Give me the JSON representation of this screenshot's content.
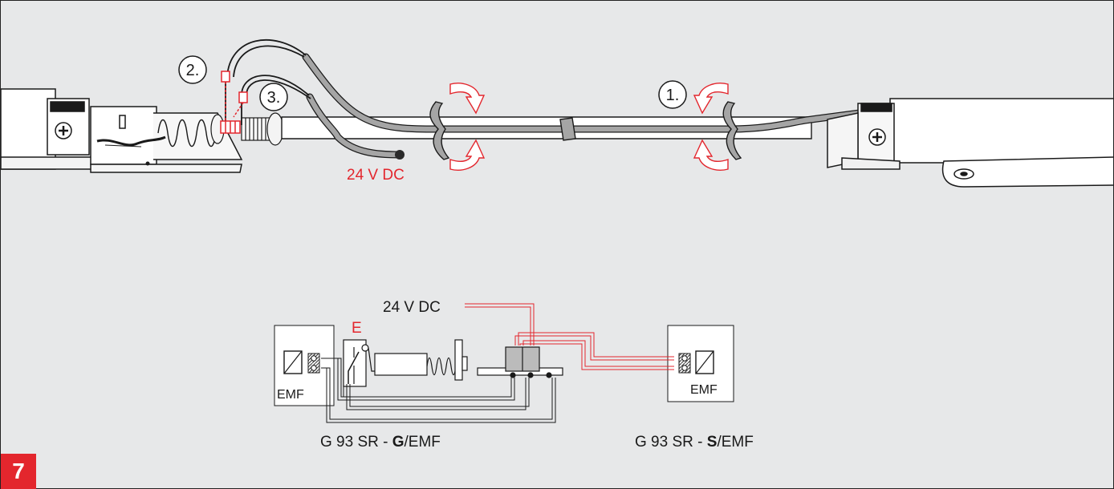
{
  "figure": {
    "number": "7"
  },
  "colors": {
    "red": "#e3262d",
    "background": "#e7e8e9",
    "cable_grey": "#9a9a9a",
    "ink": "#1a1a1a"
  },
  "top_illustration": {
    "steps": [
      "1.",
      "2.",
      "3."
    ],
    "power_label": "24 V DC"
  },
  "schematic": {
    "power_label": "24 V DC",
    "contact_label": "E",
    "left_box_label": "EMF",
    "right_box_label": "EMF",
    "left_caption": {
      "prefix": "G 93 SR - ",
      "bold": "G",
      "suffix": "/EMF"
    },
    "right_caption": {
      "prefix": "G 93 SR - ",
      "bold": "S",
      "suffix": "/EMF"
    }
  }
}
